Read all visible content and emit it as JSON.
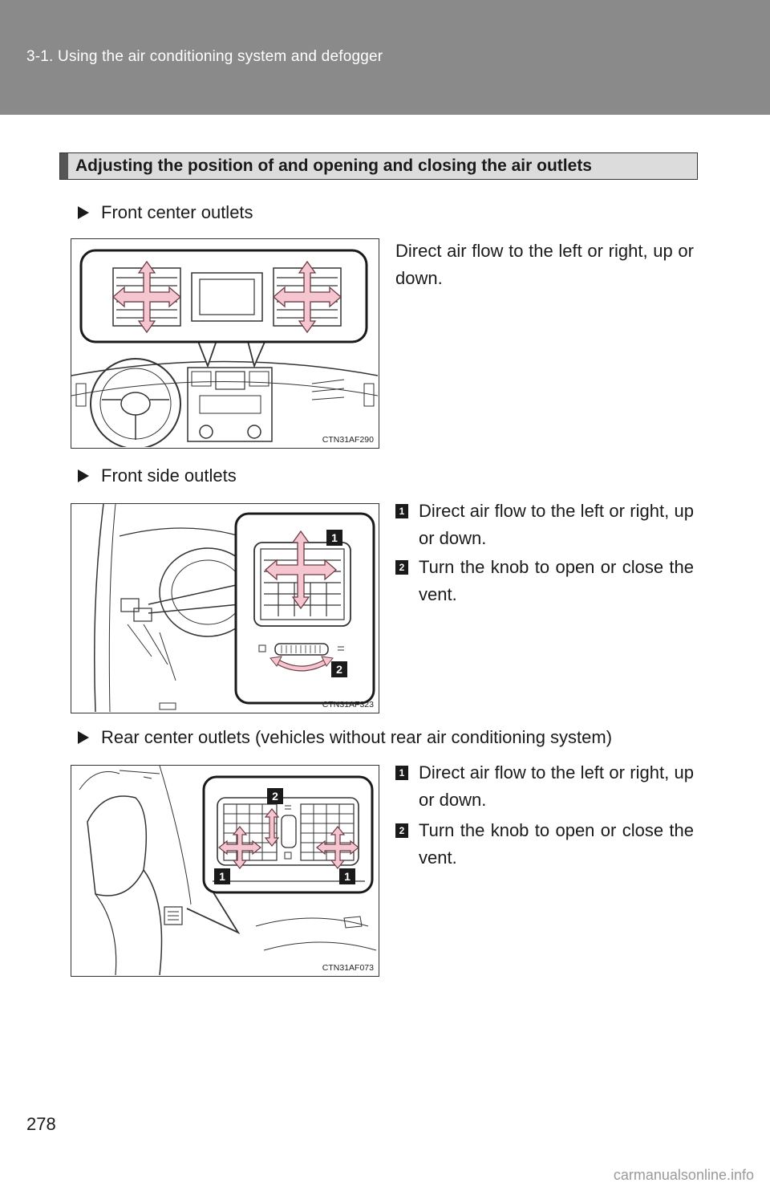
{
  "header": {
    "breadcrumb": "3-1. Using the air conditioning system and defogger"
  },
  "section": {
    "title": "Adjusting the position of and opening and closing the air outlets"
  },
  "blocks": [
    {
      "heading": "Front center outlets",
      "image_code": "CTN31AF290",
      "text": "Direct air flow to the left or right, up or down."
    },
    {
      "heading": "Front side outlets",
      "image_code": "CTN31AF323",
      "items": [
        {
          "num": "1",
          "text": "Direct air flow to the left or right, up or down."
        },
        {
          "num": "2",
          "text": "Turn the knob to open or close the vent."
        }
      ]
    },
    {
      "heading": "Rear center outlets (vehicles without rear air conditioning system)",
      "image_code": "CTN31AF073",
      "items": [
        {
          "num": "1",
          "text": "Direct air flow to the left or right, up or down."
        },
        {
          "num": "2",
          "text": "Turn the knob to open or close the vent."
        }
      ]
    }
  ],
  "callouts": {
    "one": "1",
    "two": "2"
  },
  "page_number": "278",
  "footer": {
    "watermark": "carmanualsonline.info"
  },
  "colors": {
    "header_bg": "#8a8a8a",
    "arrow_fill": "#f5c6cf",
    "arrow_stroke": "#6b3b44"
  }
}
